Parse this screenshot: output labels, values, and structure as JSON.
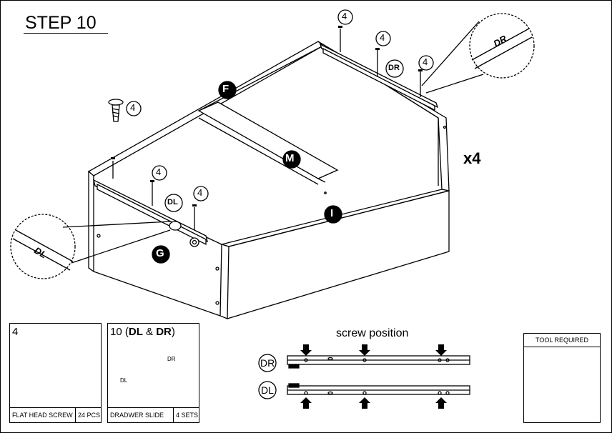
{
  "step_title": "STEP 10",
  "multiplier": "x4",
  "part_labels": {
    "f": "F",
    "m": "M",
    "i": "I",
    "g": "G"
  },
  "screw_qty": "4",
  "slide_tags": {
    "dl": "DL",
    "dr": "DR"
  },
  "screw_box": {
    "qty": "4",
    "name": "FLAT HEAD SCREW",
    "count": "24 PCS"
  },
  "slide_box": {
    "qty_prefix": "10 (",
    "dl": "DL",
    "amp": " & ",
    "dr": "DR",
    "qty_suffix": ")",
    "name": "DRADWER SLIDE",
    "count": "4 SETS"
  },
  "screw_position": {
    "title": "screw position",
    "dr": "DR",
    "dl": "DL"
  },
  "tool_box": {
    "title": "TOOL REQUIRED"
  },
  "colors": {
    "ink": "#000000",
    "paper": "#ffffff"
  }
}
